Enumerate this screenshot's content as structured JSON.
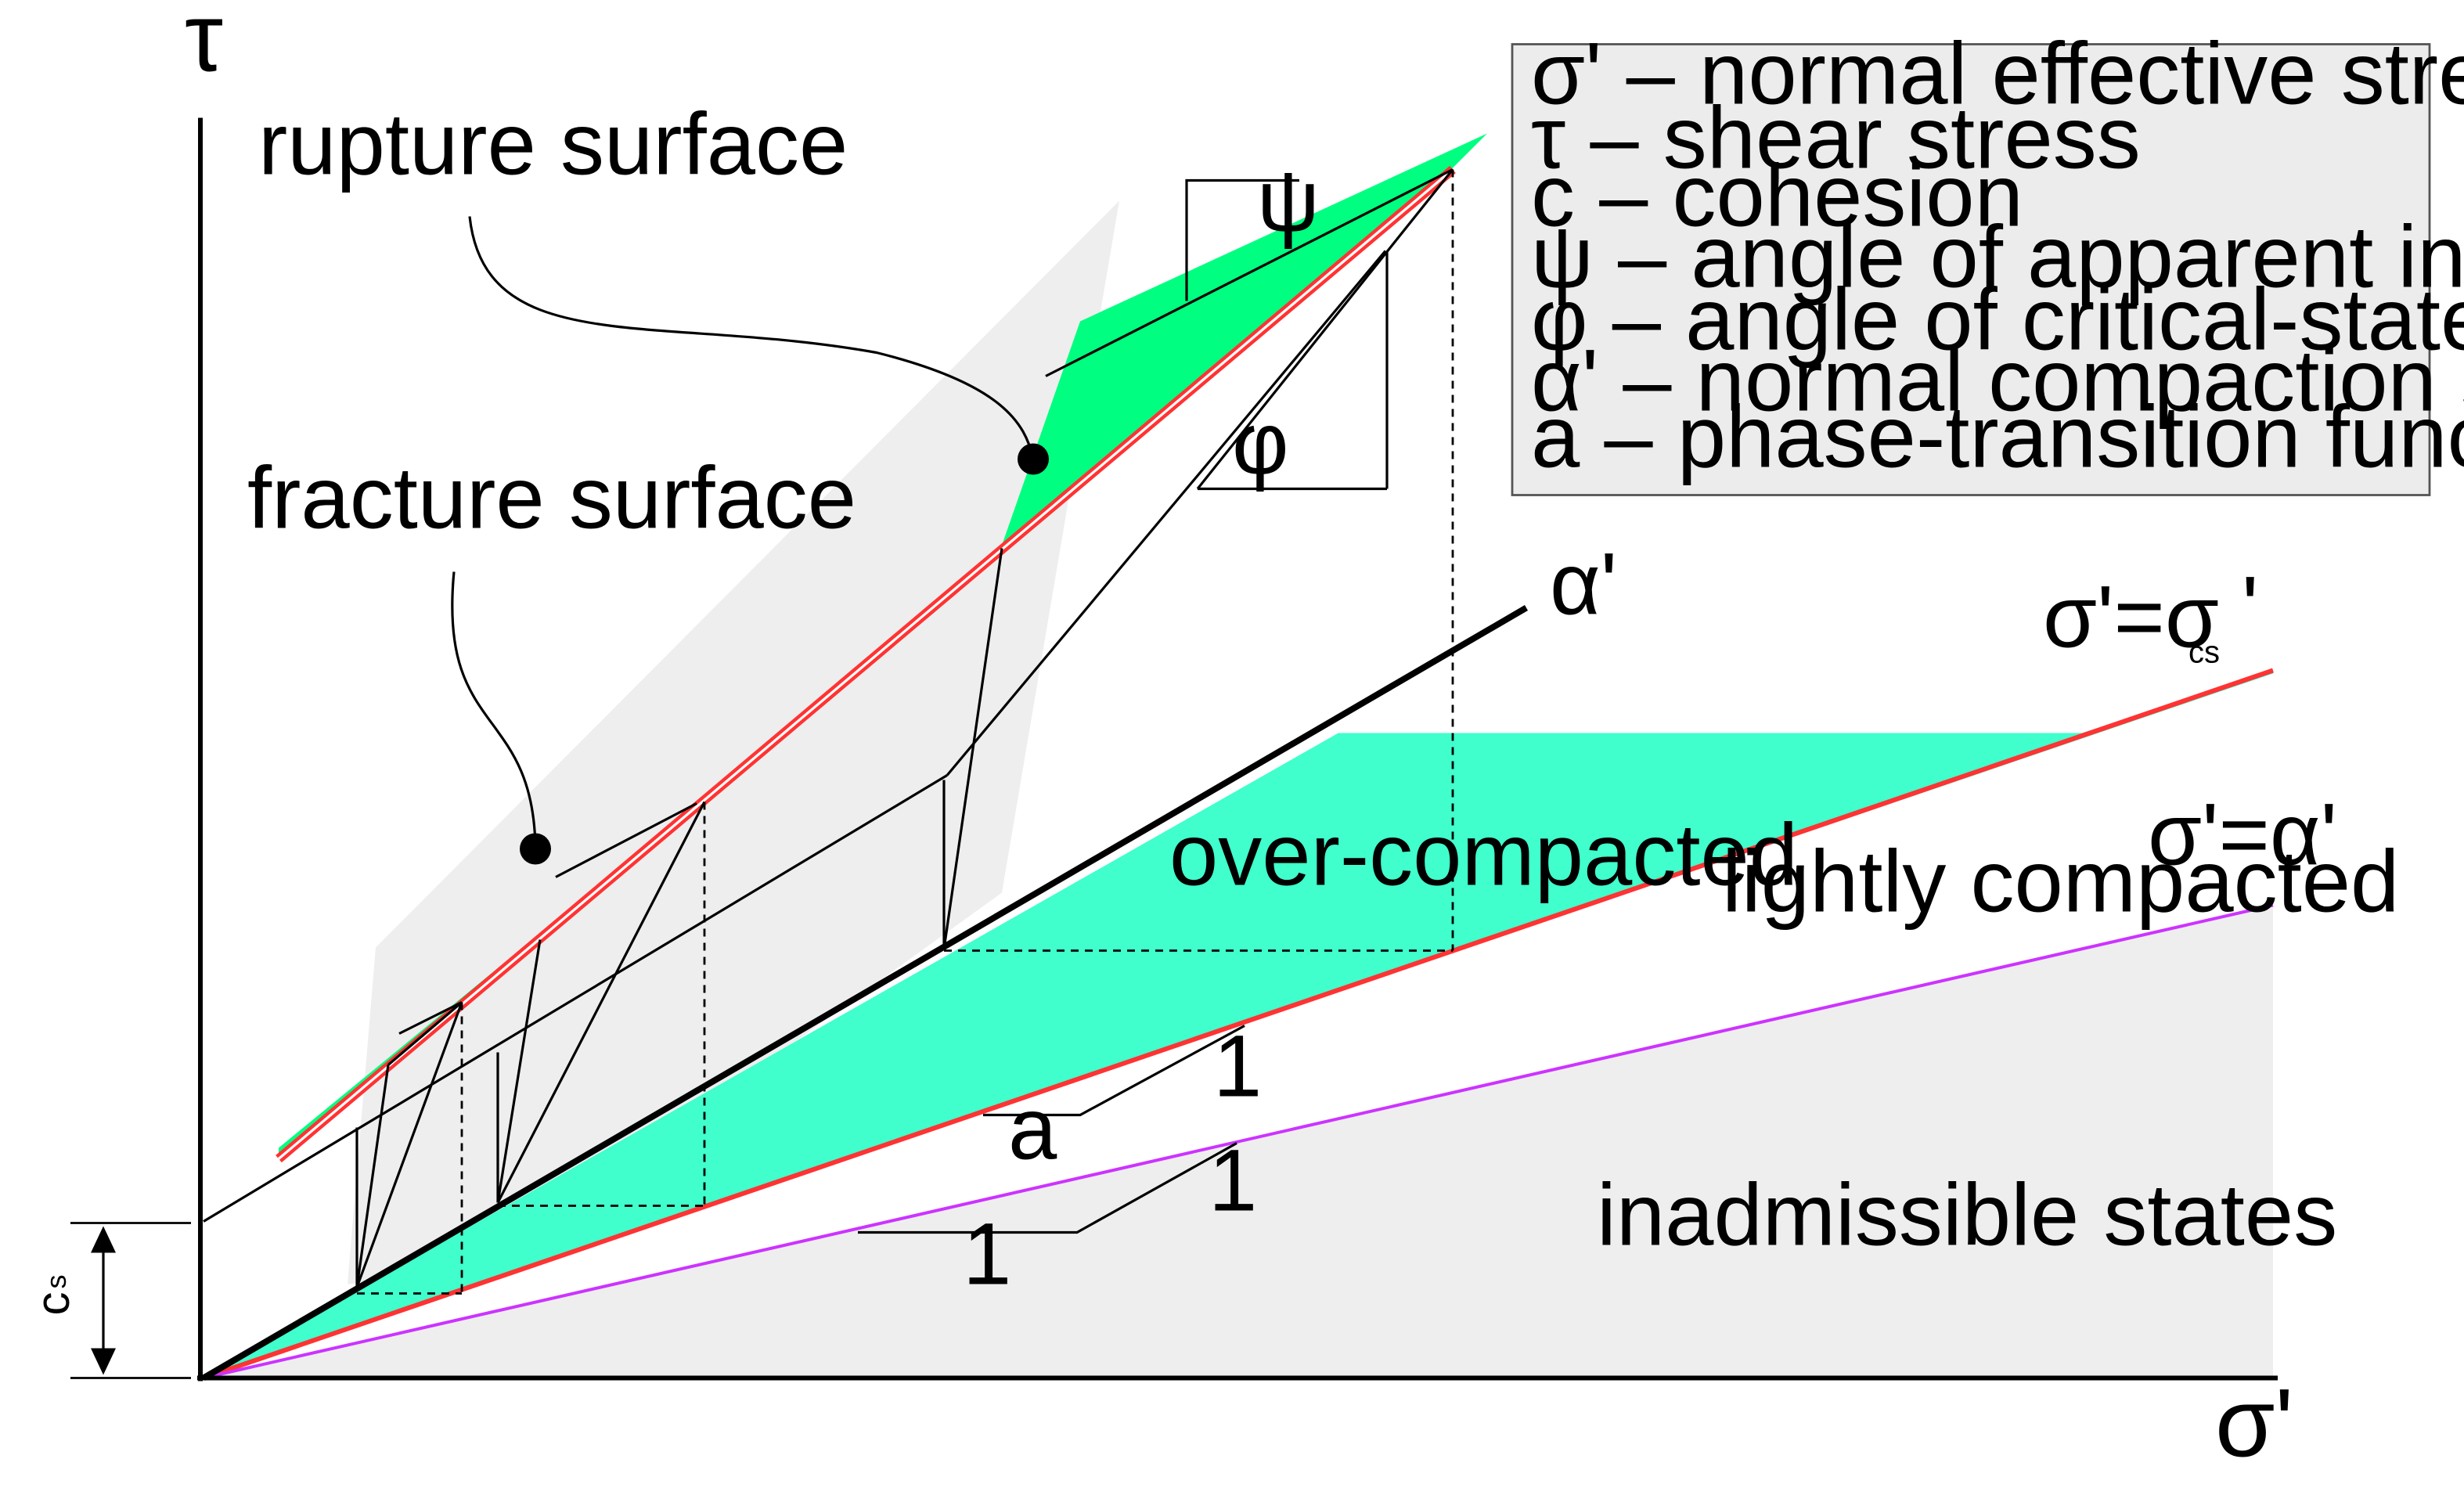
{
  "colors": {
    "green": "#00ff80",
    "aqua": "#40ffcc",
    "red": "#ff3333",
    "violet": "#cc33ff",
    "gray": "#eeeeee",
    "legend_bg": "#ececec"
  },
  "axes": {
    "y_label": "τ",
    "x_label": "σ'",
    "cs_label": "c",
    "cs_sub": "s"
  },
  "labels": {
    "rupture": "rupture surface",
    "fracture": "fracture surface",
    "psi": "ψ",
    "phi": "φ",
    "alpha": "α'",
    "sigma_cs_main": "σ'=σ",
    "sigma_cs_sub": "cs",
    "sigma_cs_tail": "'",
    "sigma_alpha": "σ'=α'",
    "over": "over-compacted",
    "light": "lightly compacted",
    "inadm": "inadmissible states",
    "one_a": "1",
    "a": "a",
    "one_b": "1",
    "one_c": "1"
  },
  "legend": [
    "σ' – normal effective stress",
    "τ – shear stress",
    "c – cohesion",
    "ψ – angle of apparent internal friction",
    "φ – angle of critical-state internal friction",
    "α' – normal compaction strength",
    "a – phase-transition function"
  ]
}
